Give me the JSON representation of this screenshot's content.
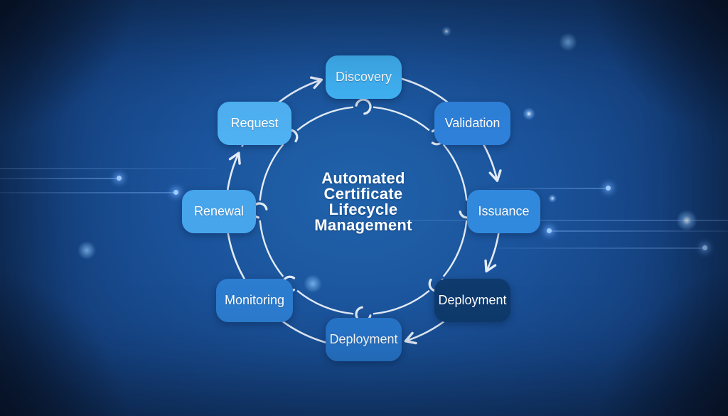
{
  "diagram": {
    "center_label": {
      "lines": [
        "Automated",
        "Certificate",
        "Lifecycle",
        "Management"
      ]
    },
    "flow_direction": "clockwise",
    "nodes": [
      {
        "id": "discovery",
        "label": "Discovery",
        "color": "#41b3f5"
      },
      {
        "id": "validation",
        "label": "Validation",
        "color": "#2e80d8"
      },
      {
        "id": "issuance",
        "label": "Issuance",
        "color": "#3189dd"
      },
      {
        "id": "deployment-right",
        "label": "Deployment",
        "color": "#0e3a6d"
      },
      {
        "id": "deployment-bottom",
        "label": "Deployment",
        "color": "#2776cb"
      },
      {
        "id": "monitoring",
        "label": "Monitoring",
        "color": "#2c7cd0"
      },
      {
        "id": "renewal",
        "label": "Renewal",
        "color": "#47a5ec"
      },
      {
        "id": "request",
        "label": "Request",
        "color": "#4fb1f2"
      }
    ]
  },
  "colors": {
    "line": "#eef5fd",
    "text": "#ffffff",
    "bgCenter": "#2063ab",
    "bgEdge": "#0d2449"
  }
}
